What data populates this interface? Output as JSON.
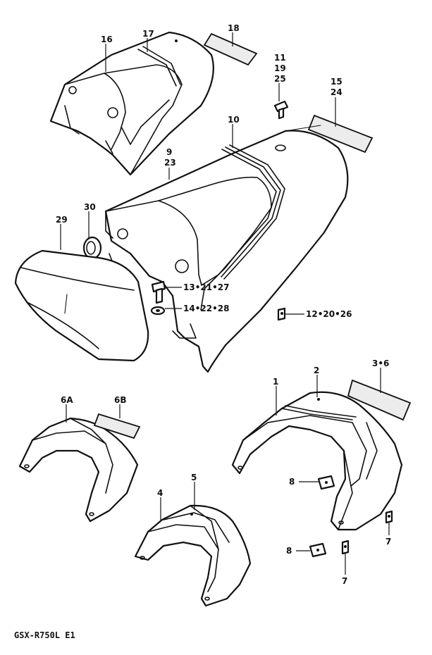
{
  "labels": {
    "p16": "16",
    "p17": "17",
    "p18": "18",
    "p11": "11",
    "p19": "19",
    "p25": "25",
    "p15": "15",
    "p24": "24",
    "p10": "10",
    "p9": "9",
    "p23": "23",
    "p30": "30",
    "p29": "29",
    "p13_21_27": "13•21•27",
    "p14_22_28": "14•22•28",
    "p12_20_26": "12•20•26",
    "p1": "1",
    "p2": "2",
    "p3_6": "3•6",
    "p6a": "6A",
    "p6b": "6B",
    "p4": "4",
    "p5": "5",
    "p8a": "8",
    "p8b": "8",
    "p7a": "7",
    "p7b": "7"
  },
  "model_code": "GSX-R750L E1"
}
